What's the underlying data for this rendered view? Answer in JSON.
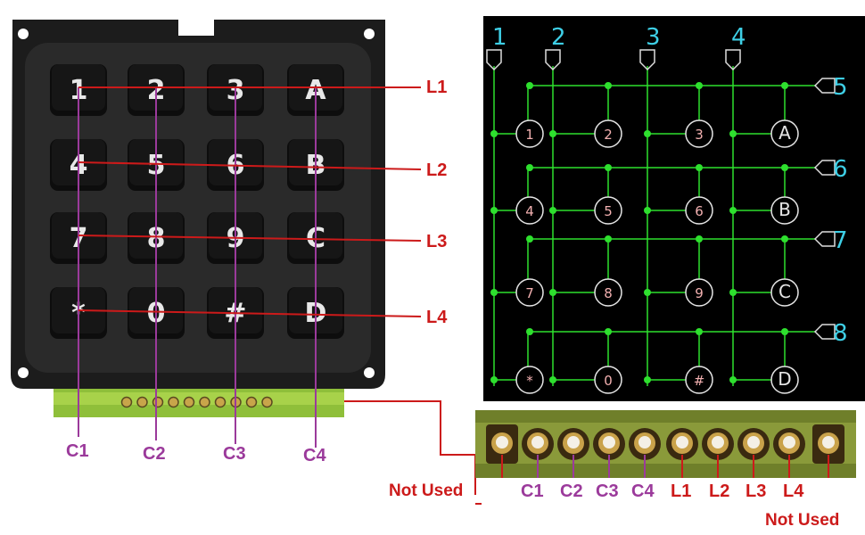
{
  "keypad": {
    "keys": [
      [
        "1",
        "2",
        "3",
        "A"
      ],
      [
        "4",
        "5",
        "6",
        "B"
      ],
      [
        "7",
        "8",
        "9",
        "C"
      ],
      [
        "*",
        "0",
        "#",
        "D"
      ]
    ],
    "row_labels": [
      "L1",
      "L2",
      "L3",
      "L4"
    ],
    "col_labels": [
      "C1",
      "C2",
      "C3",
      "C4"
    ]
  },
  "schematic": {
    "column_numbers": [
      "1",
      "2",
      "3",
      "4"
    ],
    "row_numbers": [
      "5",
      "6",
      "7",
      "8"
    ],
    "node_labels": [
      [
        "1",
        "2",
        "3",
        "A"
      ],
      [
        "4",
        "5",
        "6",
        "B"
      ],
      [
        "7",
        "8",
        "9",
        "C"
      ],
      [
        "*",
        "0",
        "#",
        "D"
      ]
    ]
  },
  "connector": {
    "pin_labels": [
      "C1",
      "C2",
      "C3",
      "C4",
      "L1",
      "L2",
      "L3",
      "L4"
    ],
    "not_used_left": "Not Used",
    "not_used_right": "Not Used"
  },
  "colors": {
    "column_purple": "#9b3a9b",
    "row_red": "#cc1a1a",
    "schematic_green": "#2ee02e",
    "schematic_cyan": "#3ecfe6"
  }
}
